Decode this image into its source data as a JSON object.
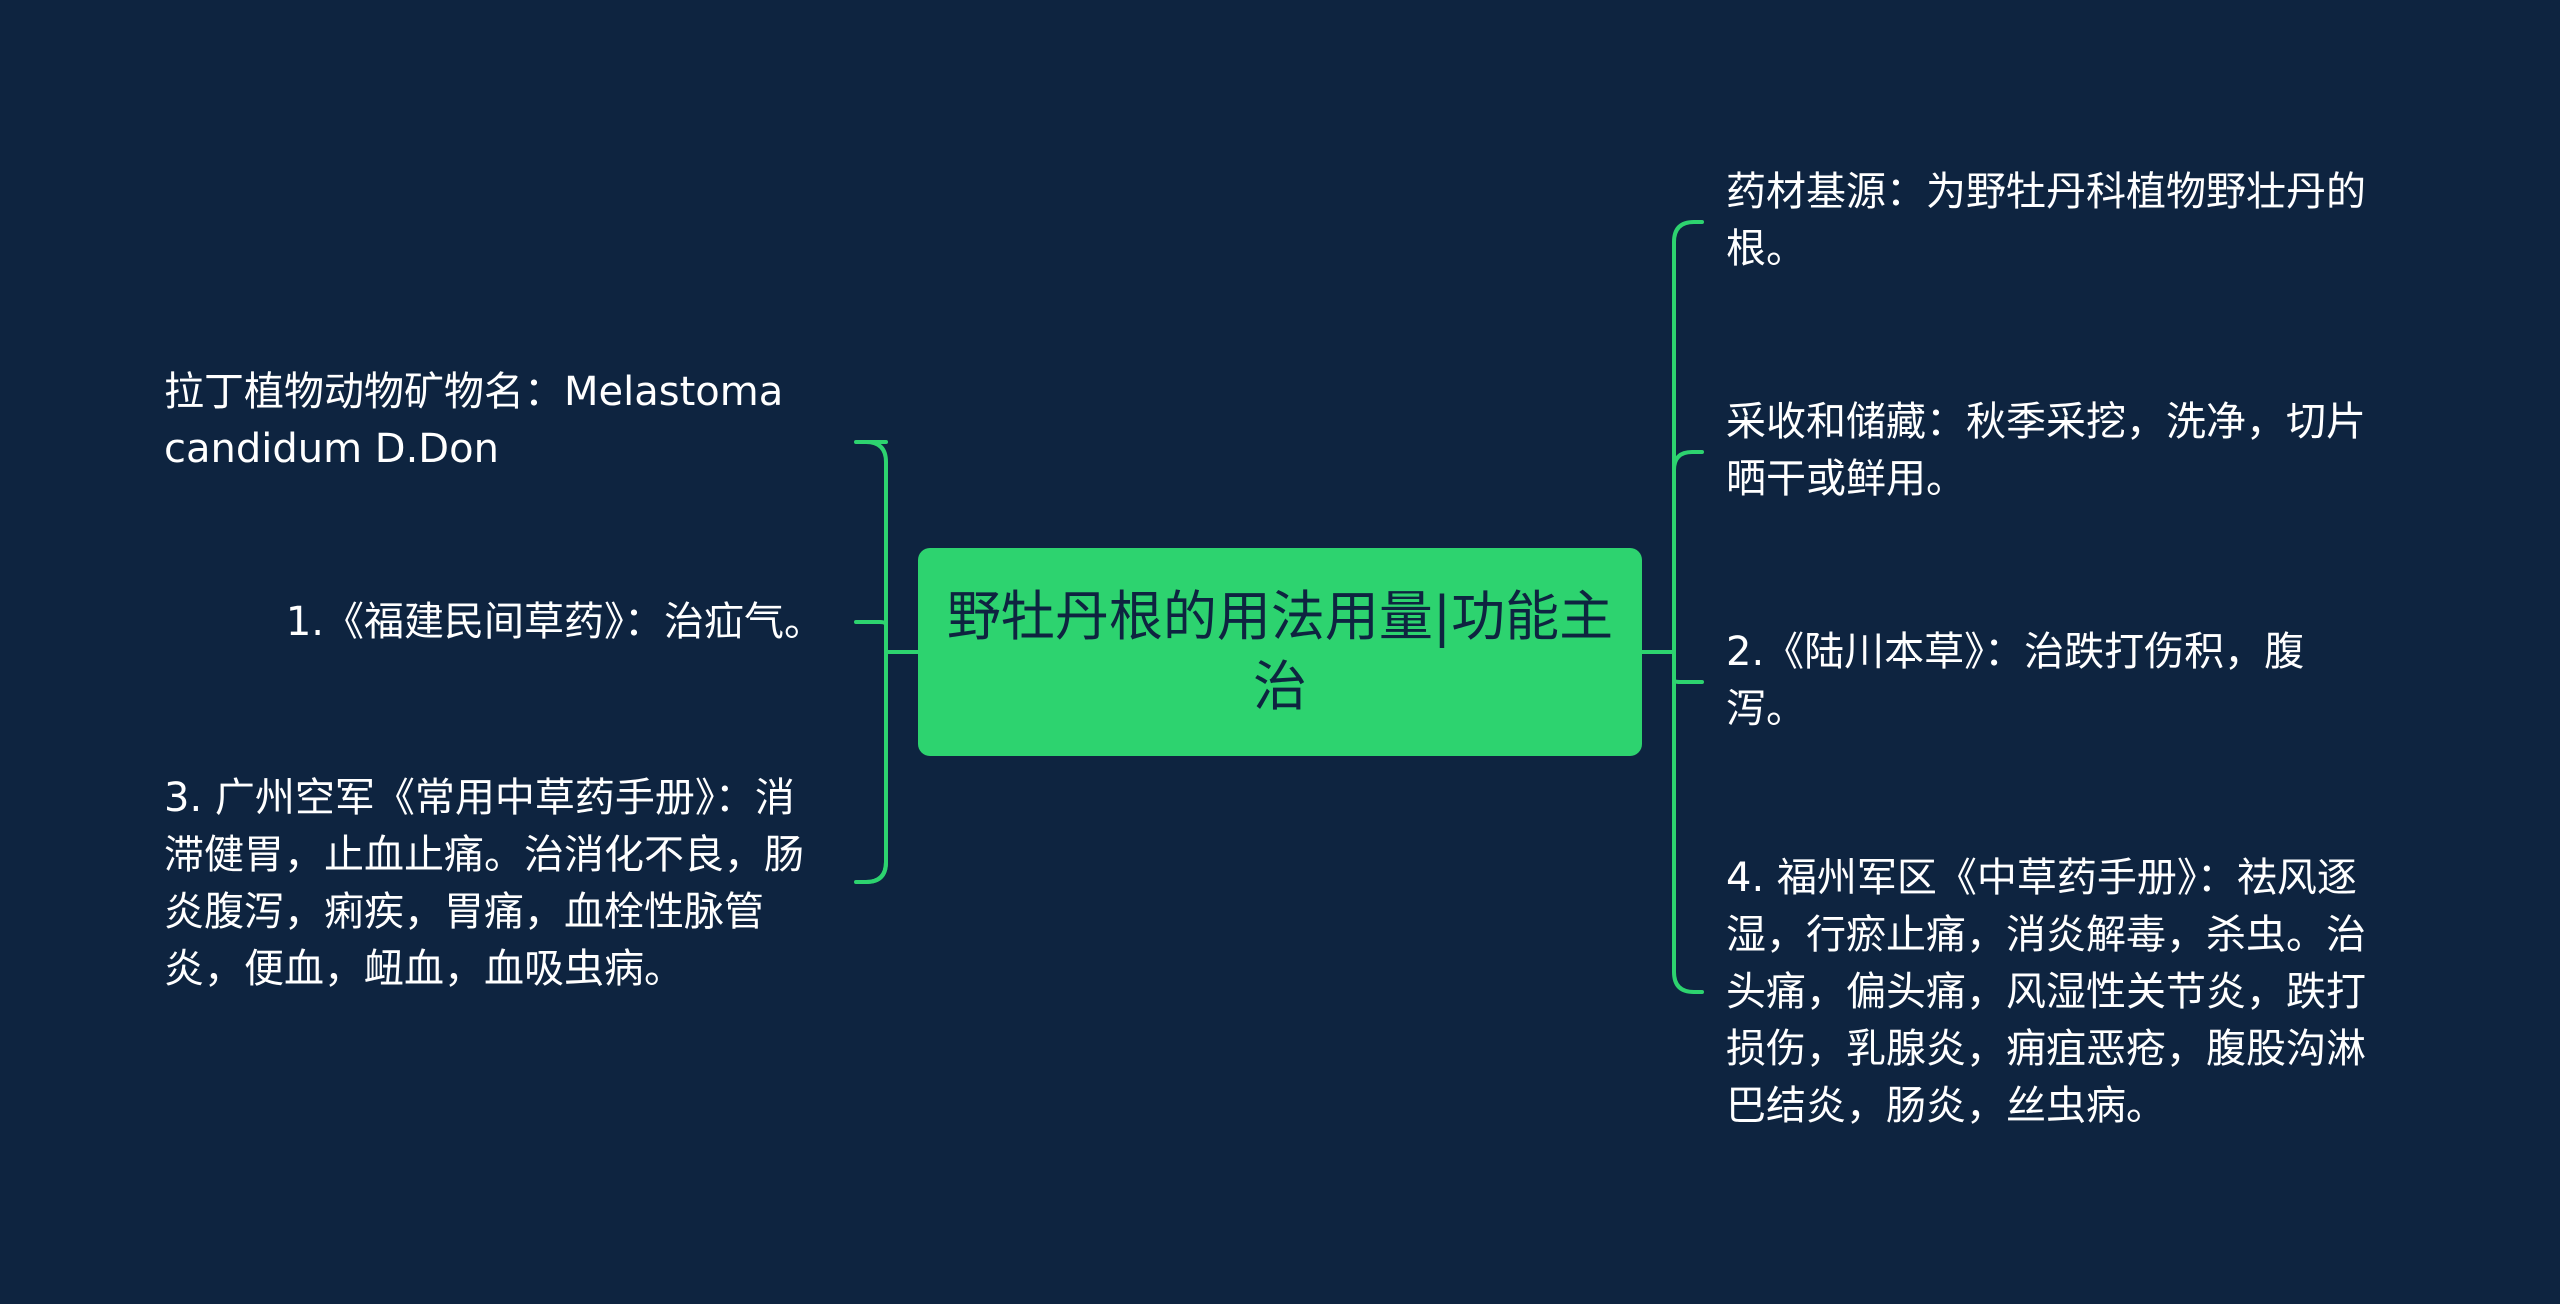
{
  "colors": {
    "background": "#0e2440",
    "root_fill": "#2dd36f",
    "connector": "#2dd36f",
    "text": "#ffffff"
  },
  "root": {
    "label": "野牡丹根的用法用量|功能主治"
  },
  "left_branches": [
    {
      "label": "拉丁植物动物矿物名：Melastoma candidum D.Don"
    },
    {
      "label": "1.《福建民间草药》：治疝气。"
    },
    {
      "label": "3. 广州空军《常用中草药手册》：消滞健胃，止血止痛。治消化不良，肠炎腹泻，痢疾，胃痛，血栓性脉管炎，便血，衄血，血吸虫病。"
    }
  ],
  "right_branches": [
    {
      "label": "药材基源：为野牡丹科植物野壮丹的根。"
    },
    {
      "label": "采收和储藏：秋季采挖，洗净，切片晒干或鲜用。"
    },
    {
      "label": "2.《陆川本草》：治跌打伤积，腹泻。"
    },
    {
      "label": "4. 福州军区《中草药手册》：祛风逐湿，行瘀止痛，消炎解毒，杀虫。治头痛，偏头痛，风湿性关节炎，跌打损伤，乳腺炎，痈疽恶疮，腹股沟淋巴结炎，肠炎，丝虫病。"
    }
  ]
}
